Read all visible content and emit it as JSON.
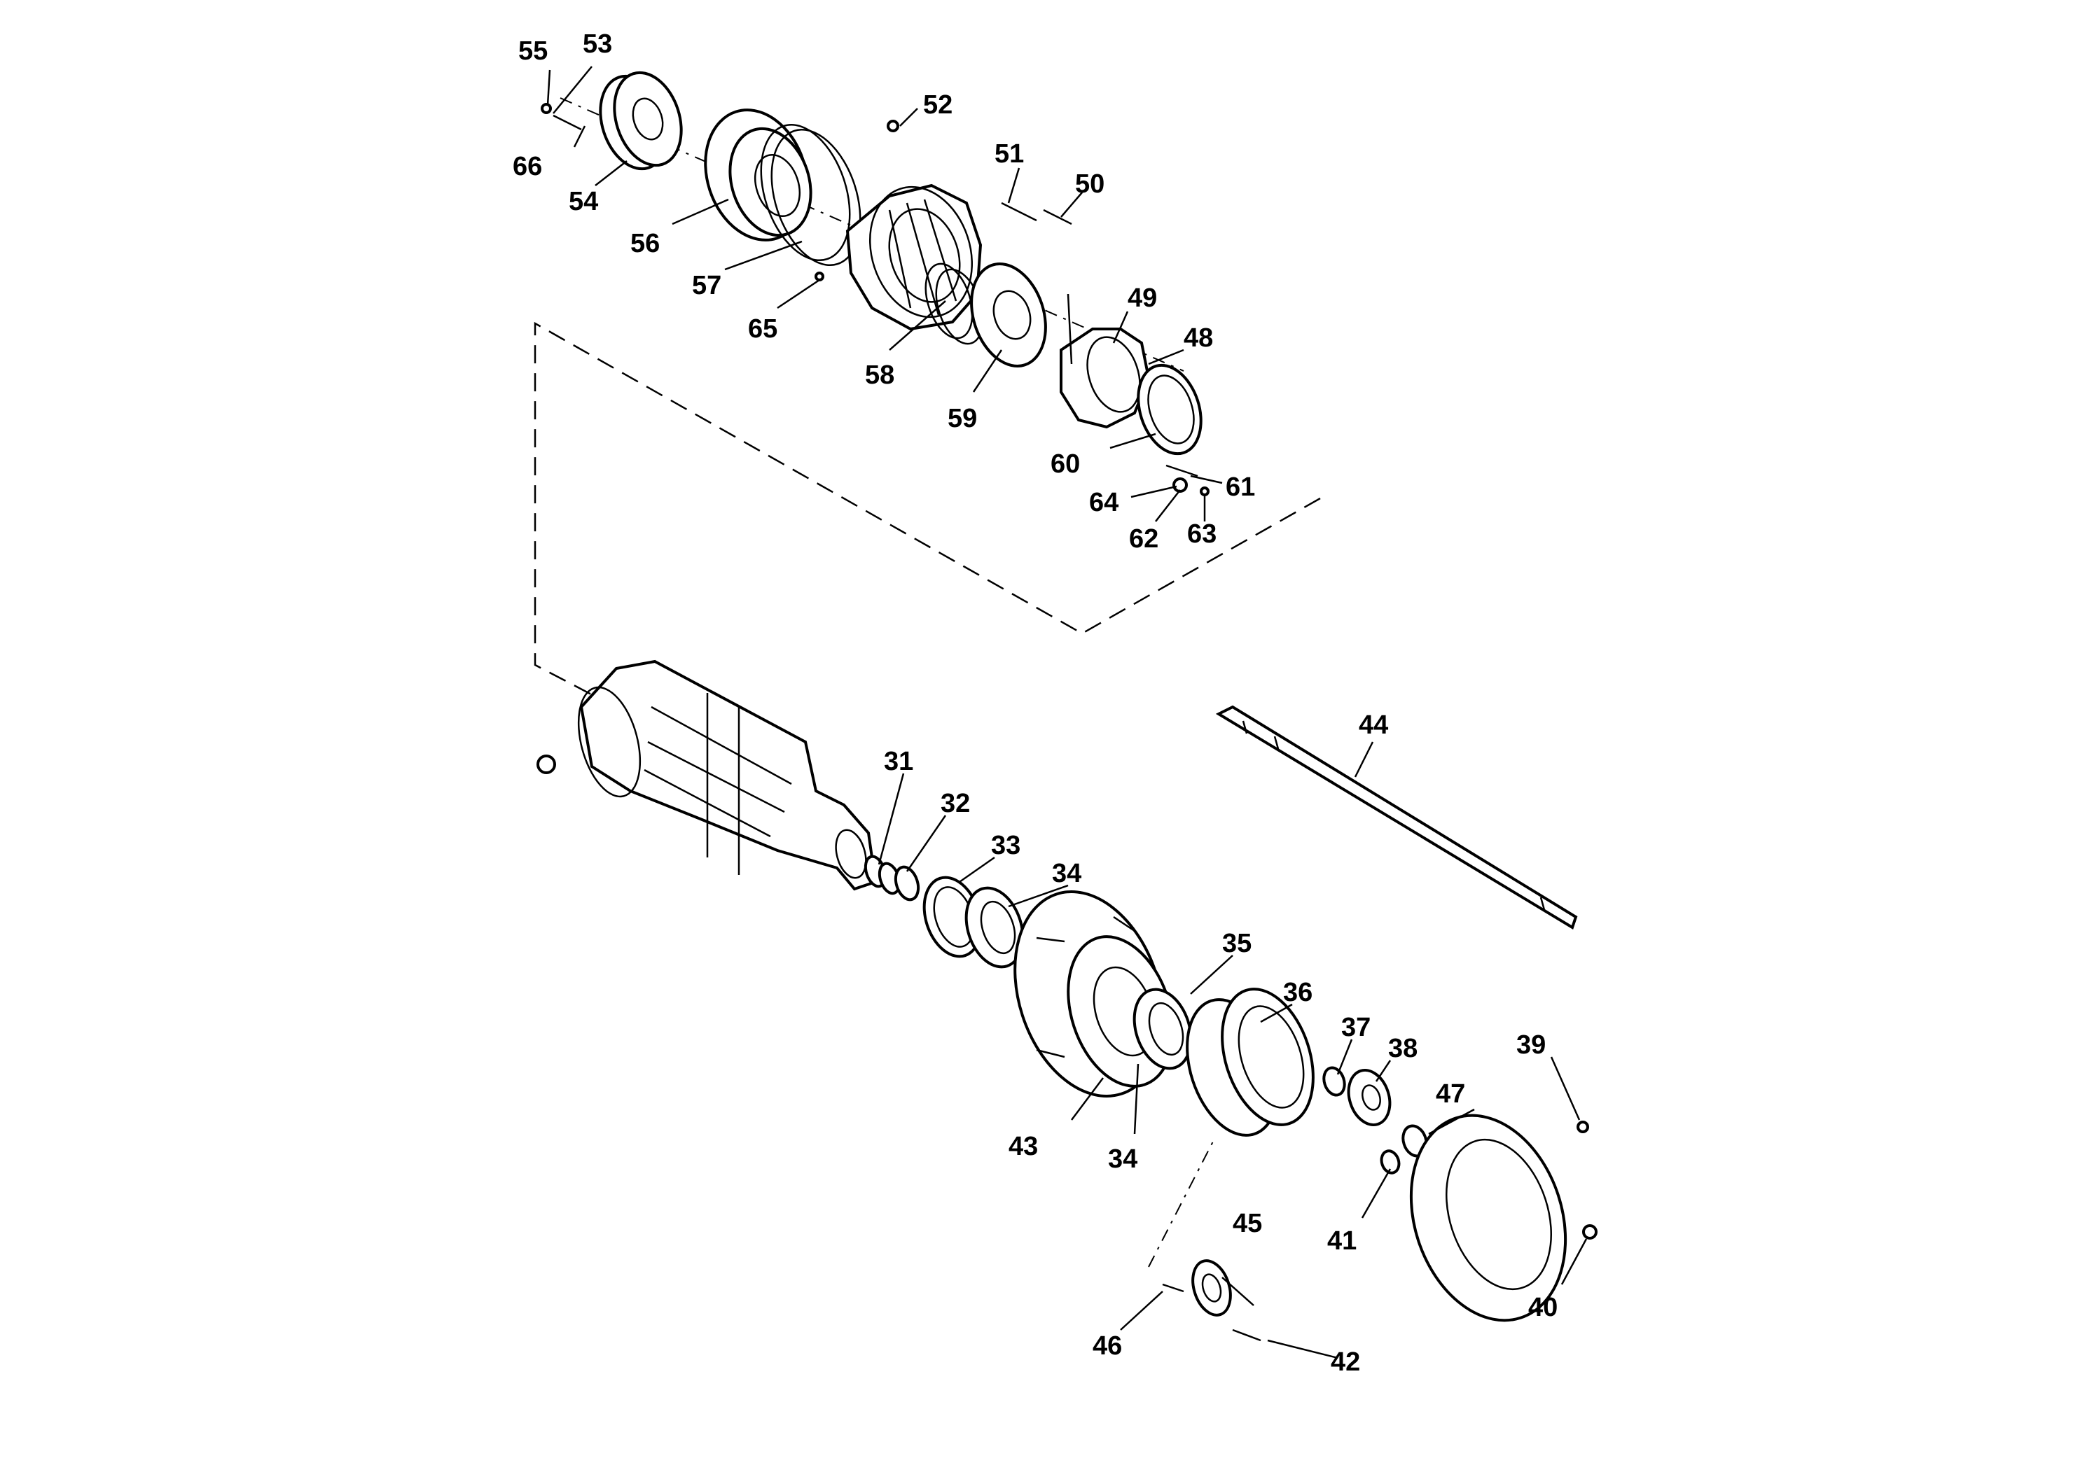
{
  "diagram": {
    "labels": {
      "p31": "31",
      "p32": "32",
      "p33": "33",
      "p34a": "34",
      "p34b": "34",
      "p35": "35",
      "p36": "36",
      "p37": "37",
      "p38": "38",
      "p39": "39",
      "p40": "40",
      "p41": "41",
      "p42": "42",
      "p43": "43",
      "p44": "44",
      "p45": "45",
      "p46": "46",
      "p47": "47",
      "p48": "48",
      "p49": "49",
      "p50": "50",
      "p51": "51",
      "p52": "52",
      "p53": "53",
      "p54": "54",
      "p55": "55",
      "p56": "56",
      "p57": "57",
      "p58": "58",
      "p59": "59",
      "p60": "60",
      "p61": "61",
      "p62": "62",
      "p63": "63",
      "p64": "64",
      "p65": "65",
      "p66": "66"
    }
  }
}
